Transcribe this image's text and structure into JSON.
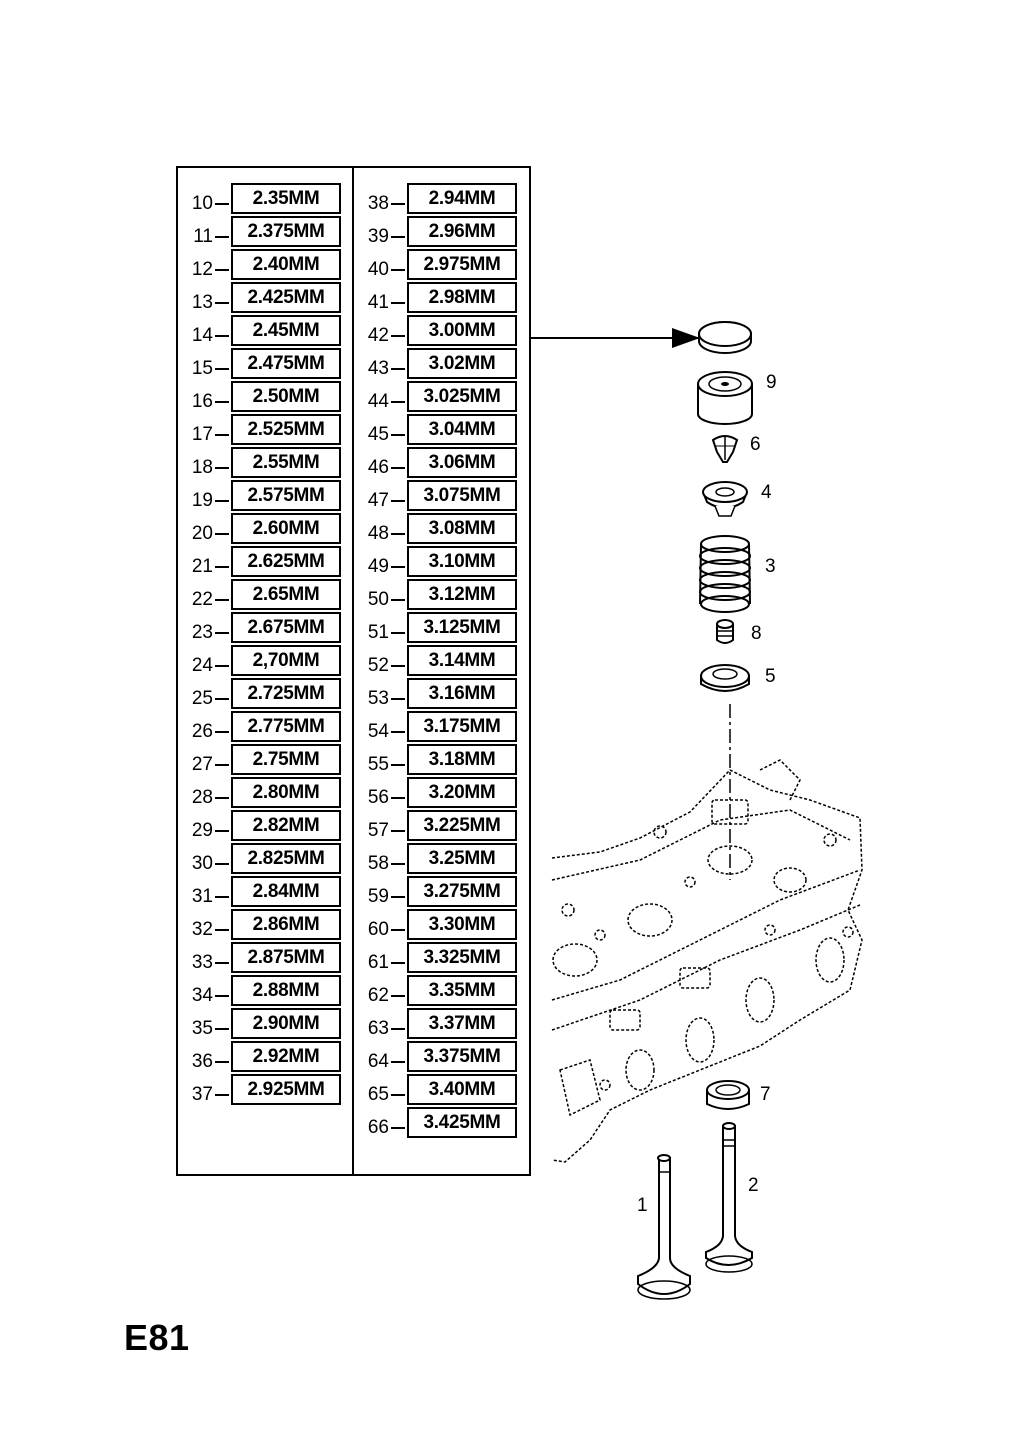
{
  "page_code": "E81",
  "shims_left": [
    {
      "num": "10",
      "size": "2.35MM"
    },
    {
      "num": "11",
      "size": "2.375MM"
    },
    {
      "num": "12",
      "size": "2.40MM"
    },
    {
      "num": "13",
      "size": "2.425MM"
    },
    {
      "num": "14",
      "size": "2.45MM"
    },
    {
      "num": "15",
      "size": "2.475MM"
    },
    {
      "num": "16",
      "size": "2.50MM"
    },
    {
      "num": "17",
      "size": "2.525MM"
    },
    {
      "num": "18",
      "size": "2.55MM"
    },
    {
      "num": "19",
      "size": "2.575MM"
    },
    {
      "num": "20",
      "size": "2.60MM"
    },
    {
      "num": "21",
      "size": "2.625MM"
    },
    {
      "num": "22",
      "size": "2.65MM"
    },
    {
      "num": "23",
      "size": "2.675MM"
    },
    {
      "num": "24",
      "size": "2,70MM"
    },
    {
      "num": "25",
      "size": "2.725MM"
    },
    {
      "num": "26",
      "size": "2.775MM"
    },
    {
      "num": "27",
      "size": "2.75MM"
    },
    {
      "num": "28",
      "size": "2.80MM"
    },
    {
      "num": "29",
      "size": "2.82MM"
    },
    {
      "num": "30",
      "size": "2.825MM"
    },
    {
      "num": "31",
      "size": "2.84MM"
    },
    {
      "num": "32",
      "size": "2.86MM"
    },
    {
      "num": "33",
      "size": "2.875MM"
    },
    {
      "num": "34",
      "size": "2.88MM"
    },
    {
      "num": "35",
      "size": "2.90MM"
    },
    {
      "num": "36",
      "size": "2.92MM"
    },
    {
      "num": "37",
      "size": "2.925MM"
    }
  ],
  "shims_right": [
    {
      "num": "38",
      "size": "2.94MM"
    },
    {
      "num": "39",
      "size": "2.96MM"
    },
    {
      "num": "40",
      "size": "2.975MM"
    },
    {
      "num": "41",
      "size": "2.98MM"
    },
    {
      "num": "42",
      "size": "3.00MM"
    },
    {
      "num": "43",
      "size": "3.02MM"
    },
    {
      "num": "44",
      "size": "3.025MM"
    },
    {
      "num": "45",
      "size": "3.04MM"
    },
    {
      "num": "46",
      "size": "3.06MM"
    },
    {
      "num": "47",
      "size": "3.075MM"
    },
    {
      "num": "48",
      "size": "3.08MM"
    },
    {
      "num": "49",
      "size": "3.10MM"
    },
    {
      "num": "50",
      "size": "3.12MM"
    },
    {
      "num": "51",
      "size": "3.125MM"
    },
    {
      "num": "52",
      "size": "3.14MM"
    },
    {
      "num": "53",
      "size": "3.16MM"
    },
    {
      "num": "54",
      "size": "3.175MM"
    },
    {
      "num": "55",
      "size": "3.18MM"
    },
    {
      "num": "56",
      "size": "3.20MM"
    },
    {
      "num": "57",
      "size": "3.225MM"
    },
    {
      "num": "58",
      "size": "3.25MM"
    },
    {
      "num": "59",
      "size": "3.275MM"
    },
    {
      "num": "60",
      "size": "3.30MM"
    },
    {
      "num": "61",
      "size": "3.325MM"
    },
    {
      "num": "62",
      "size": "3.35MM"
    },
    {
      "num": "63",
      "size": "3.37MM"
    },
    {
      "num": "64",
      "size": "3.375MM"
    },
    {
      "num": "65",
      "size": "3.40MM"
    },
    {
      "num": "66",
      "size": "3.425MM"
    }
  ],
  "callouts": {
    "c1": "1",
    "c2": "2",
    "c3": "3",
    "c4": "4",
    "c5": "5",
    "c6": "6",
    "c7": "7",
    "c8": "8",
    "c9": "9"
  }
}
